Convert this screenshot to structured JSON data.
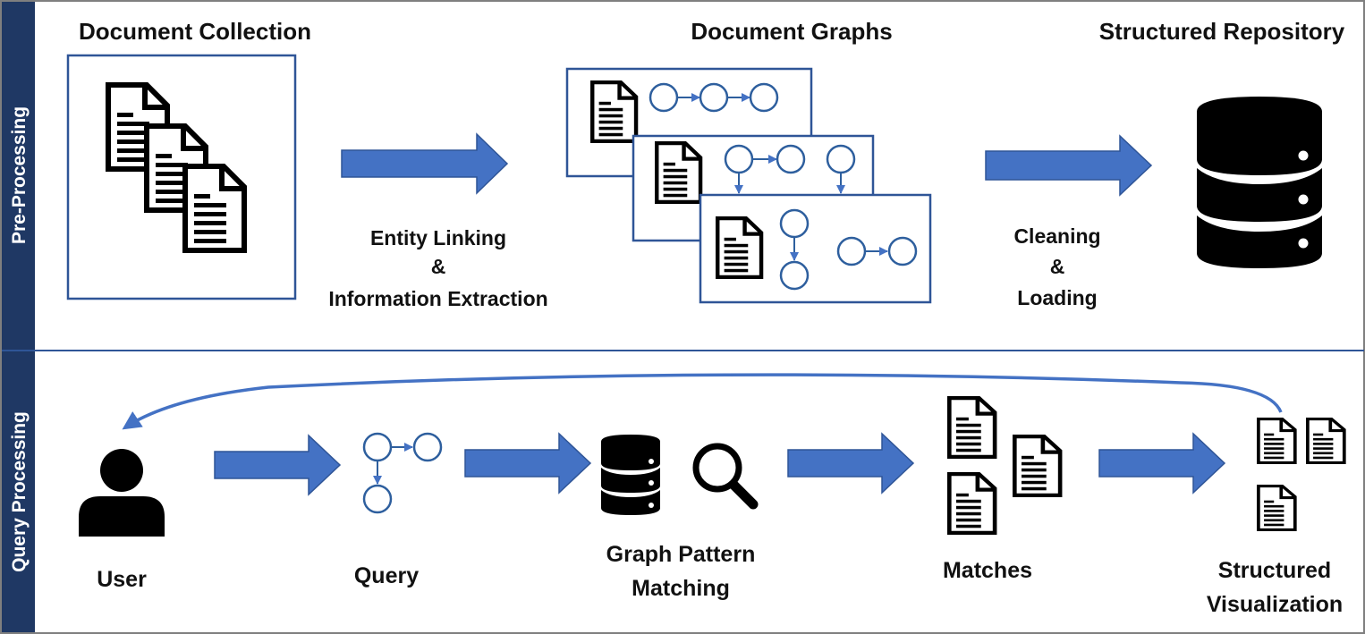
{
  "colors": {
    "accent_blue": "#4472c4",
    "node_stroke": "#2e5f9e",
    "box_stroke": "#2f5597",
    "sidebar": "#1f3864",
    "text": "#111111",
    "icon": "#000000"
  },
  "sections": {
    "preprocessing": "Pre-Processing",
    "query": "Query Processing"
  },
  "preprocessing": {
    "document_collection": "Document Collection",
    "document_graphs": "Document Graphs",
    "structured_repository": "Structured Repository",
    "step1": [
      "Entity Linking",
      "&",
      "Information Extraction"
    ],
    "step2": [
      "Cleaning",
      "&",
      "Loading"
    ]
  },
  "query": {
    "user": "User",
    "query": "Query",
    "matching": [
      "Graph Pattern",
      "Matching"
    ],
    "matches": "Matches",
    "visualization": [
      "Structured",
      "Visualization"
    ]
  },
  "icons": [
    "document-icon",
    "database-icon",
    "magnifier-icon",
    "user-icon",
    "graph-node-icon"
  ]
}
